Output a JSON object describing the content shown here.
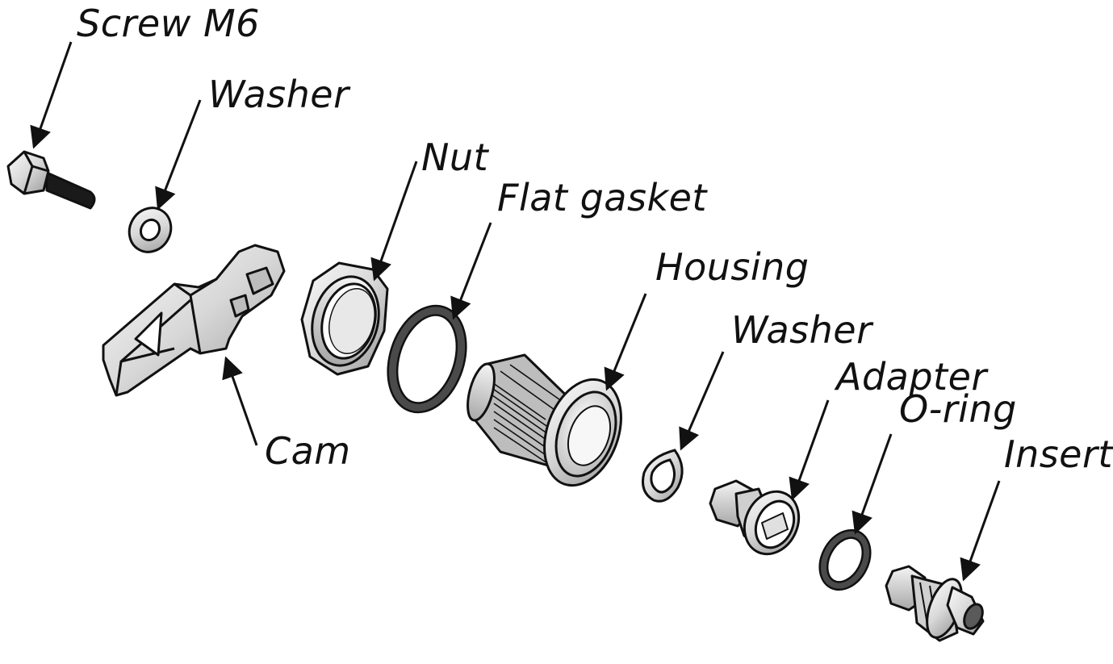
{
  "labels": {
    "screw": "Screw M6",
    "washer1": "Washer",
    "nut": "Nut",
    "flat_gasket": "Flat gasket",
    "housing": "Housing",
    "washer2": "Washer",
    "adapter": "Adapter",
    "oring": "O-ring",
    "insert": "Insert",
    "cam": "Cam"
  },
  "colors": {
    "stroke": "#111111",
    "metal_light": "#f2f2f2",
    "metal_mid": "#c9c9c9",
    "metal_dark": "#8a8a8a",
    "rubber": "#4a4a4a",
    "screw_black": "#1a1a1a"
  }
}
